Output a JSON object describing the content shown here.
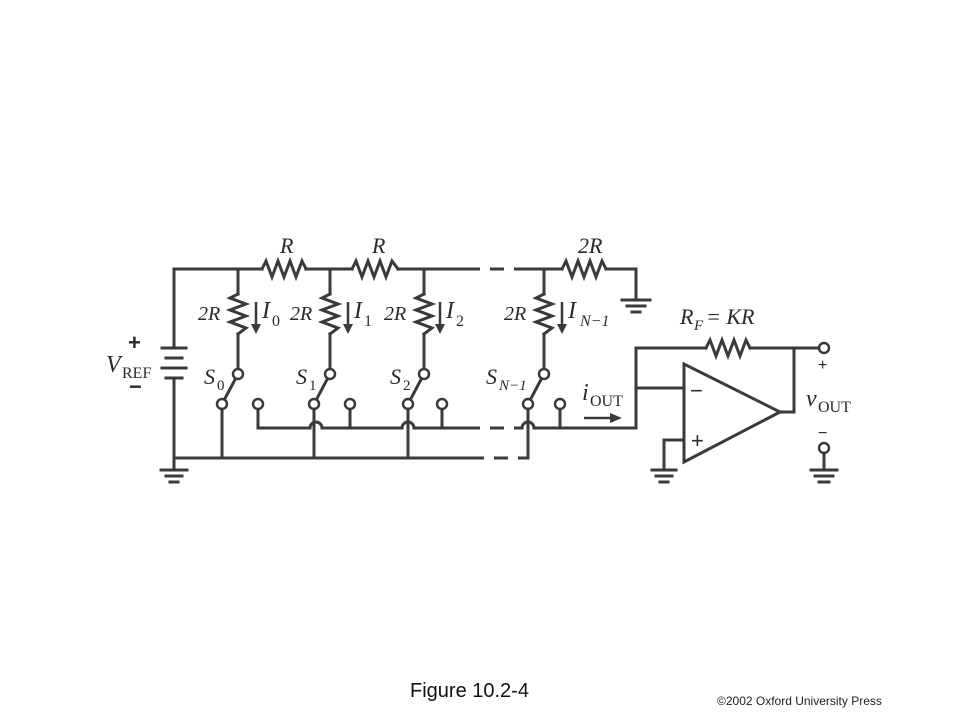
{
  "figure": {
    "caption": "Figure 10.2-4",
    "copyright": "©2002 Oxford University Press"
  },
  "labels": {
    "r_series_1": "R",
    "r_series_2": "R",
    "r_series_last": "2R",
    "branch_r": [
      "2R",
      "2R",
      "2R",
      "2R"
    ],
    "current_main": "I",
    "current_subs": [
      "0",
      "1",
      "2",
      "N−1"
    ],
    "switch_main": "S",
    "switch_subs": [
      "0",
      "1",
      "2",
      "N−1"
    ],
    "vref_main": "V",
    "vref_sub": "REF",
    "vref_plus": "+",
    "vref_minus": "−",
    "iout_main": "i",
    "iout_sub": "OUT",
    "rf_main": "R",
    "rf_sub": "F",
    "rf_eq": "= KR",
    "opamp_minus": "−",
    "opamp_plus": "+",
    "vout_main": "v",
    "vout_sub": "OUT",
    "vout_plus": "+",
    "vout_minus": "−"
  }
}
